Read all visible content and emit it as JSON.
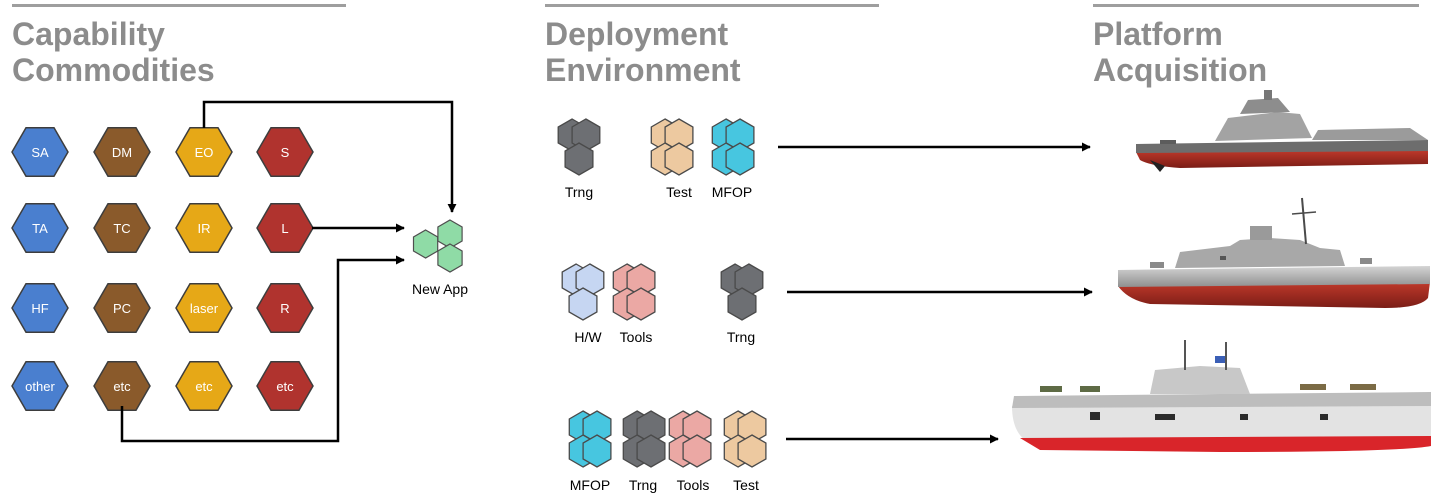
{
  "columns": [
    {
      "title_line1": "Capability",
      "title_line2": "Commodities"
    },
    {
      "title_line1": "Deployment",
      "title_line2": "Environment"
    },
    {
      "title_line1": "Platform",
      "title_line2": "Acquisition"
    }
  ],
  "colors": {
    "blue": "#4a7fcf",
    "brown": "#8a5a2b",
    "gold": "#e6a817",
    "red": "#b0332e",
    "new_app": "#8fdba6",
    "trng": "#6d6f73",
    "test": "#edc9a0",
    "mfop": "#47c6e0",
    "hw": "#c6d6f2",
    "tools": "#eba8a4",
    "hex_stroke": "#555555",
    "rule": "#9e9e9e",
    "heading": "#8c8c8c",
    "connector": "#000000"
  },
  "commodities": {
    "blue": [
      "SA",
      "TA",
      "HF",
      "other"
    ],
    "brown": [
      "DM",
      "TC",
      "PC",
      "etc"
    ],
    "gold": [
      "EO",
      "IR",
      "laser",
      "etc"
    ],
    "red": [
      "S",
      "L",
      "R",
      "etc"
    ]
  },
  "new_app_label": "New App",
  "environments": [
    {
      "groups": [
        {
          "label": "Trng",
          "color": "trng"
        },
        {
          "label": "Test",
          "color": "test"
        },
        {
          "label": "MFOP",
          "color": "mfop"
        }
      ]
    },
    {
      "groups": [
        {
          "label": "H/W",
          "color": "hw"
        },
        {
          "label": "Tools",
          "color": "tools"
        },
        {
          "label": "Trng",
          "color": "trng"
        }
      ]
    },
    {
      "groups": [
        {
          "label": "MFOP",
          "color": "mfop"
        },
        {
          "label": "Trng",
          "color": "trng"
        },
        {
          "label": "Tools",
          "color": "tools"
        },
        {
          "label": "Test",
          "color": "test"
        }
      ]
    }
  ],
  "platforms": [
    {
      "name": "destroyer-stealth-ship"
    },
    {
      "name": "destroyer-ship"
    },
    {
      "name": "amphibious-assault-ship"
    }
  ]
}
